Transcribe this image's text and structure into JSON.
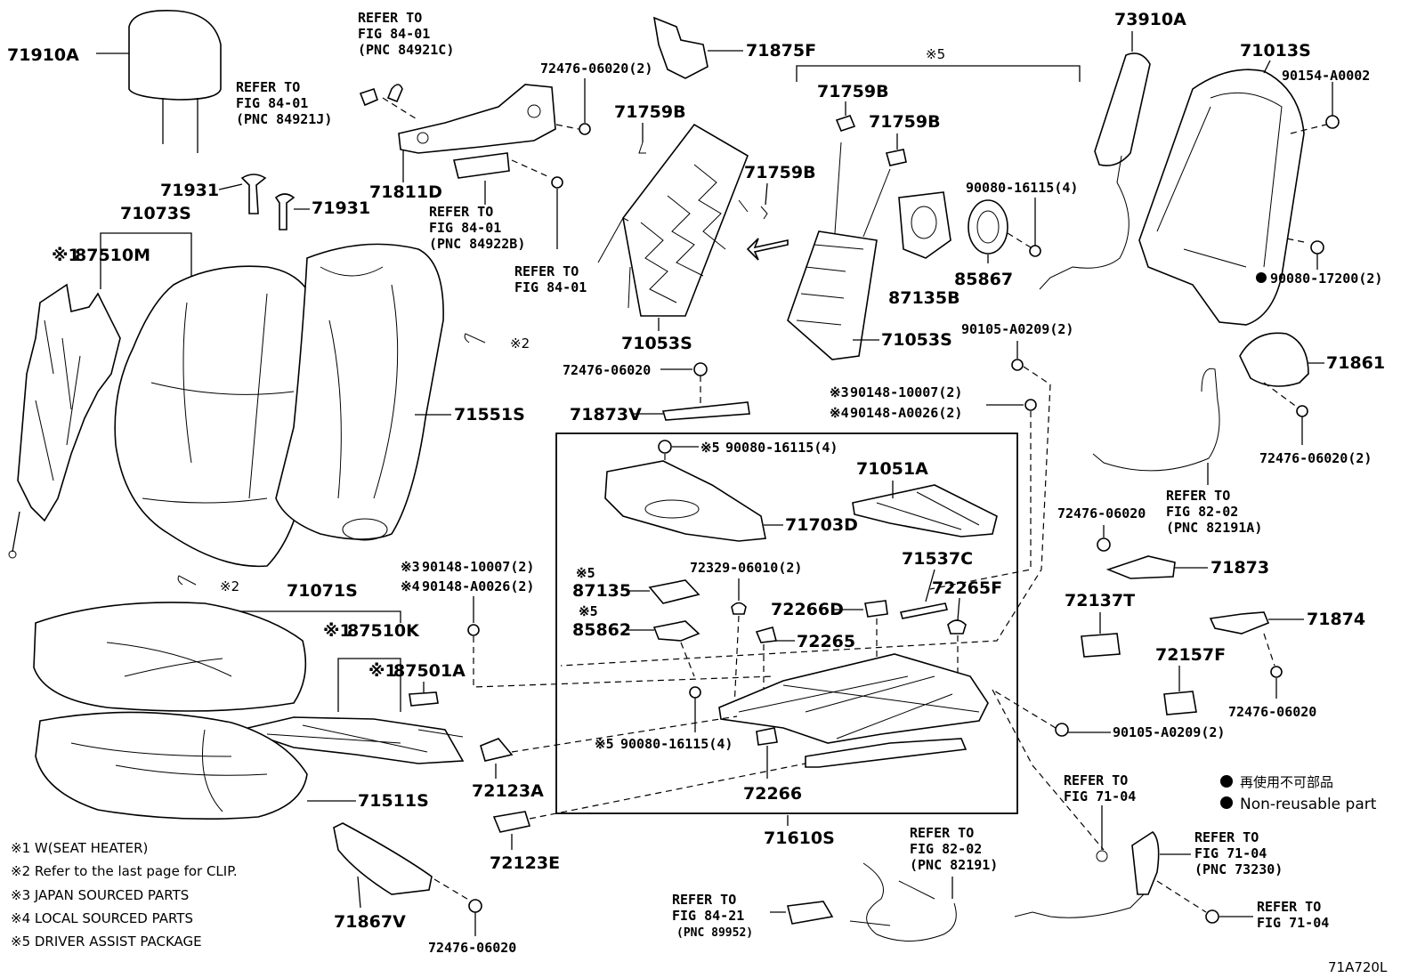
{
  "labels": {
    "l71910A": "71910A",
    "l71931a": "71931",
    "l71931b": "71931",
    "l71073S": "71073S",
    "l87510M": "87510M",
    "l87510M_mark": "※1",
    "l71811D": "71811D",
    "l72476_06020_2a": "72476-06020(2)",
    "l71875F": "71875F",
    "l71759B_a": "71759B",
    "l71759B_b": "71759B",
    "l71759B_c": "71759B",
    "l71759B_d": "71759B",
    "l71053S_a": "71053S",
    "l71053S_b": "71053S",
    "l87135B": "87135B",
    "l85867": "85867",
    "l73910A": "73910A",
    "l71013S": "71013S",
    "l90154": "90154-A0002",
    "l90080_16115_4a": "90080-16115(4)",
    "l90080_17200": "90080-17200(2)",
    "l90105_A0209_2a": "90105-A0209(2)",
    "l71861": "71861",
    "l72476_06020_2b": "72476-06020(2)",
    "l71551S": "71551S",
    "mark2a": "※2",
    "mark2b": "※2",
    "l72476_06020a": "72476-06020",
    "l71873V": "71873V",
    "l90148_10007_a": "90148-10007(2)",
    "l90148_A0026_a": "90148-A0026(2)",
    "l90148_10007_b": "90148-10007(2)",
    "l90148_A0026_b": "90148-A0026(2)",
    "mark3": "※3",
    "mark4": "※4",
    "l90080_16115_top": "90080-16115(4)",
    "l90080_16115_bot": "90080-16115(4)",
    "mark5": "※5",
    "l71051A": "71051A",
    "l71703D": "71703D",
    "l72329": "72329-06010(2)",
    "l71537C": "71537C",
    "l87135": "87135",
    "l85862": "85862",
    "l72266D": "72266D",
    "l72265F": "72265F",
    "l72265": "72265",
    "l72266": "72266",
    "l71610S": "71610S",
    "l71071S": "71071S",
    "l87510K": "87510K",
    "l87501A": "87501A",
    "l71511S": "71511S",
    "l72123A": "72123A",
    "l72123E": "72123E",
    "l71867V": "71867V",
    "l72476_06020b": "72476-06020",
    "l72476_06020c": "72476-06020",
    "l72476_06020d": "72476-06020",
    "l71873": "71873",
    "l72137T": "72137T",
    "l71874": "71874",
    "l72157F": "72157F",
    "l90105_A0209_2b": "90105-A0209(2)",
    "marks1": "※1",
    "code": "71A720L"
  },
  "refs": {
    "r1": [
      "REFER TO",
      "FIG 84-01",
      "(PNC 84921C)"
    ],
    "r2": [
      "REFER TO",
      "FIG 84-01",
      "(PNC 84921J)"
    ],
    "r3": [
      "REFER TO",
      "FIG 84-01",
      "(PNC 84922B)"
    ],
    "r4": [
      "REFER TO",
      "FIG 84-01"
    ],
    "r5": [
      "REFER TO",
      "FIG 82-02",
      "(PNC 82191A)"
    ],
    "r6": [
      "REFER TO",
      "FIG 71-04"
    ],
    "r7": [
      "REFER TO",
      "FIG 82-02",
      "(PNC 82191)"
    ],
    "r8": [
      "REFER TO",
      "FIG 84-21",
      "(PNC 89952)"
    ],
    "r9": [
      "REFER TO",
      "FIG 71-04",
      "(PNC 73230)"
    ],
    "r10": [
      "REFER TO",
      "FIG 71-04"
    ]
  },
  "legend": {
    "jp": "再使用不可部品",
    "en": "Non-reusable part"
  },
  "notes": [
    "※1 W(SEAT HEATER)",
    "※2 Refer to the last page for CLIP.",
    "※3 JAPAN SOURCED PARTS",
    "※4 LOCAL SOURCED PARTS",
    "※5 DRIVER ASSIST PACKAGE"
  ]
}
